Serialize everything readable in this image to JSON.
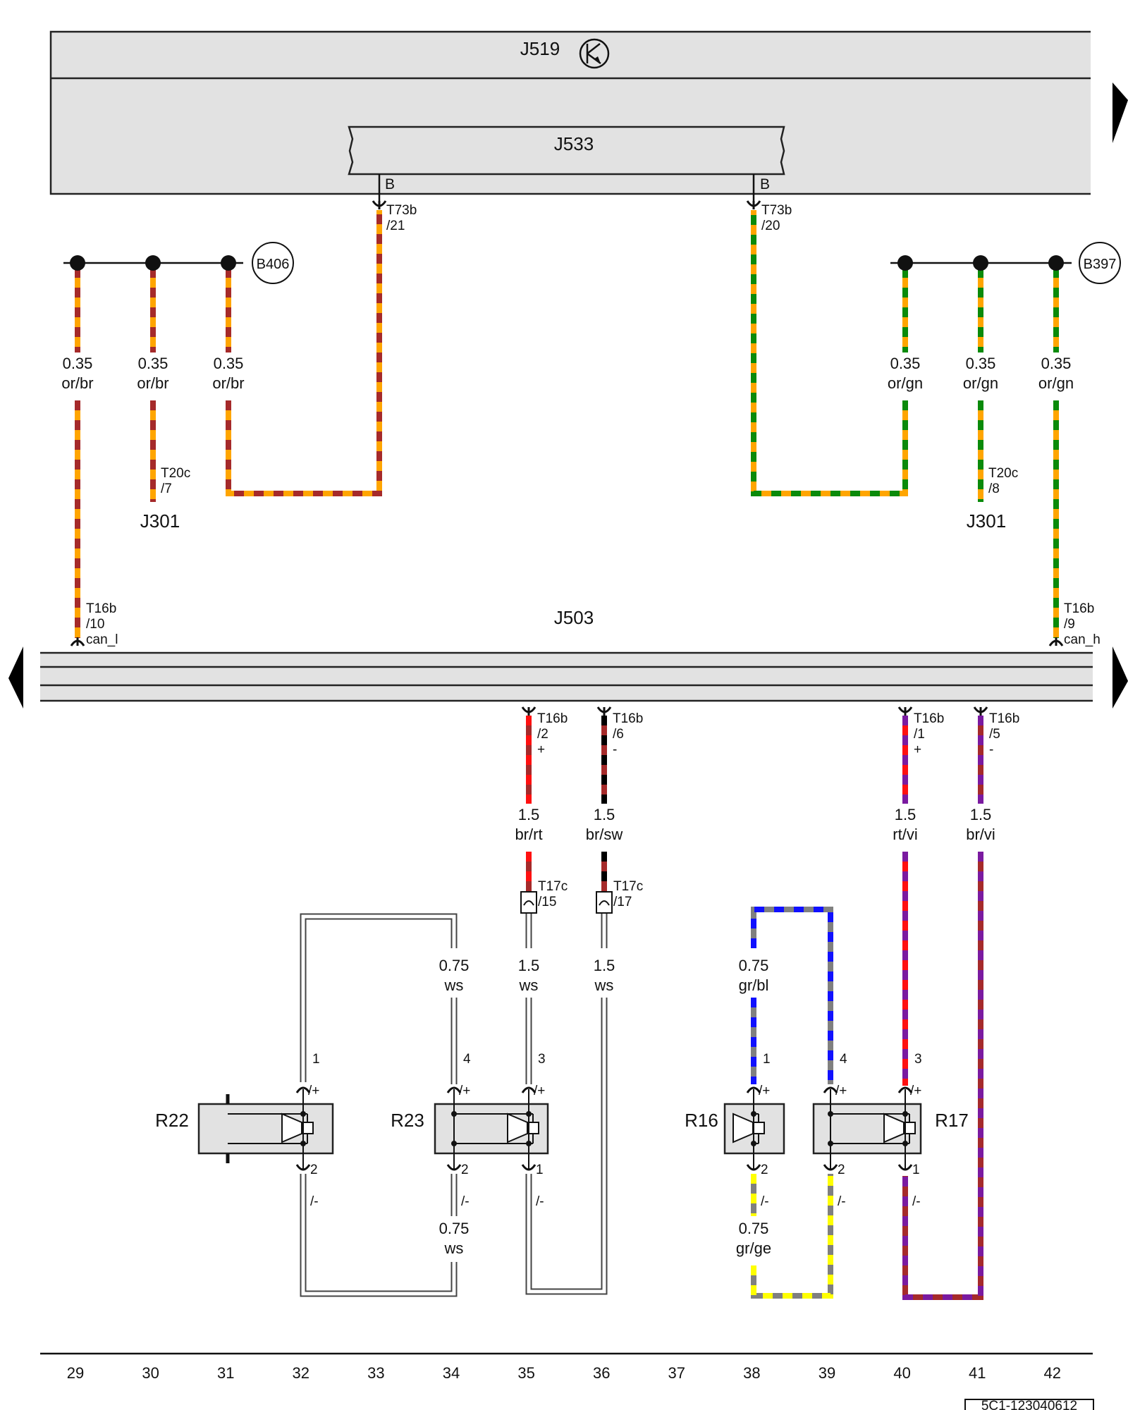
{
  "header": {
    "j519": "J519",
    "j533": "J533",
    "j503": "J503",
    "b406": "B406",
    "b397": "B397",
    "b_left": "B",
    "b_right": "B",
    "arrow_glyph": "triangle-icon"
  },
  "connectors": {
    "t73b_21": [
      "T73b",
      "/21"
    ],
    "t73b_20": [
      "T73b",
      "/20"
    ],
    "t20c_7": [
      "T20c",
      "/7"
    ],
    "t20c_8": [
      "T20c",
      "/8"
    ],
    "t16b_10": [
      "T16b",
      "/10",
      "can_l"
    ],
    "t16b_9": [
      "T16b",
      "/9",
      "can_h"
    ],
    "t16b_2": [
      "T16b",
      "/2",
      "+"
    ],
    "t16b_6": [
      "T16b",
      "/6",
      "-"
    ],
    "t16b_1": [
      "T16b",
      "/1",
      "+"
    ],
    "t16b_5": [
      "T16b",
      "/5",
      "-"
    ],
    "t17c_15": [
      "T17c",
      "/15"
    ],
    "t17c_17": [
      "T17c",
      "/17"
    ]
  },
  "j301_left": "J301",
  "j301_right": "J301",
  "wires": {
    "w1": [
      "0.35",
      "or/br"
    ],
    "w2": [
      "0.35",
      "or/br"
    ],
    "w3": [
      "0.35",
      "or/br"
    ],
    "w4": [
      "0.35",
      "or/gn"
    ],
    "w5": [
      "0.35",
      "or/gn"
    ],
    "w6": [
      "0.35",
      "or/gn"
    ],
    "w7": [
      "1.5",
      "br/rt"
    ],
    "w8": [
      "1.5",
      "br/sw"
    ],
    "w9": [
      "1.5",
      "rt/vi"
    ],
    "w10": [
      "1.5",
      "br/vi"
    ],
    "w11": [
      "0.75",
      "ws"
    ],
    "w12": [
      "1.5",
      "ws"
    ],
    "w13": [
      "1.5",
      "ws"
    ],
    "w14": [
      "0.75",
      "gr/bl"
    ],
    "w15": [
      "0.75",
      "ws"
    ],
    "w16": [
      "0.75",
      "gr/ge"
    ]
  },
  "speakers": {
    "r22": {
      "name": "R22",
      "top_pin": "1",
      "top_sign": "/+",
      "bot_pin": "2",
      "bot_sign": "/-"
    },
    "r23": {
      "name": "R23",
      "top_pin": "4",
      "top_sign": "/+",
      "bot_pin": "2",
      "bot_sign": "/-",
      "top_pin2": "3",
      "top_sign2": "/+",
      "bot_pin2": "1",
      "bot_sign2": "/-"
    },
    "r16": {
      "name": "R16",
      "top_pin": "1",
      "top_sign": "/+",
      "bot_pin": "2",
      "bot_sign": "/-"
    },
    "r17": {
      "name": "R17",
      "top_pin": "4",
      "top_sign": "/+",
      "bot_pin": "2",
      "bot_sign": "/-",
      "top_pin2": "3",
      "top_sign2": "/+",
      "bot_pin2": "1",
      "bot_sign2": "/-"
    }
  },
  "columns": [
    "29",
    "30",
    "31",
    "32",
    "33",
    "34",
    "35",
    "36",
    "37",
    "38",
    "39",
    "40",
    "41",
    "42"
  ],
  "footer_code": "5C1-123040612",
  "colors": {
    "orange": "#FFA500",
    "brown": "#A52A2A",
    "green": "#0A8A0A",
    "red": "#FF1010",
    "black": "#000000",
    "violet": "#7A1AA0",
    "blue": "#1010FF",
    "grey": "#808080",
    "yellow": "#FFFF00",
    "panel": "#E2E2E2"
  }
}
